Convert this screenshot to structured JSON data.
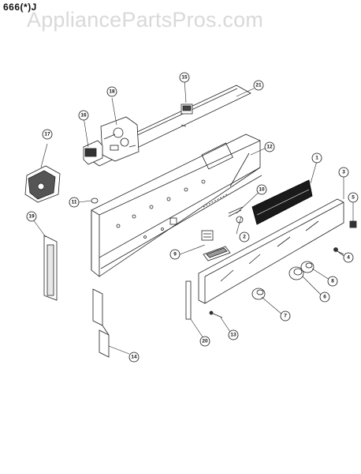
{
  "header": {
    "model": "666(*)J",
    "watermark": "AppliancePartsPros.com"
  },
  "callouts": [
    {
      "id": "1"
    },
    {
      "id": "2"
    },
    {
      "id": "3"
    },
    {
      "id": "4"
    },
    {
      "id": "5"
    },
    {
      "id": "6"
    },
    {
      "id": "7"
    },
    {
      "id": "8"
    },
    {
      "id": "9"
    },
    {
      "id": "10"
    },
    {
      "id": "11"
    },
    {
      "id": "12"
    },
    {
      "id": "13"
    },
    {
      "id": "14"
    },
    {
      "id": "15"
    },
    {
      "id": "16"
    },
    {
      "id": "17"
    },
    {
      "id": "18"
    },
    {
      "id": "19"
    },
    {
      "id": "20"
    },
    {
      "id": "21"
    }
  ]
}
